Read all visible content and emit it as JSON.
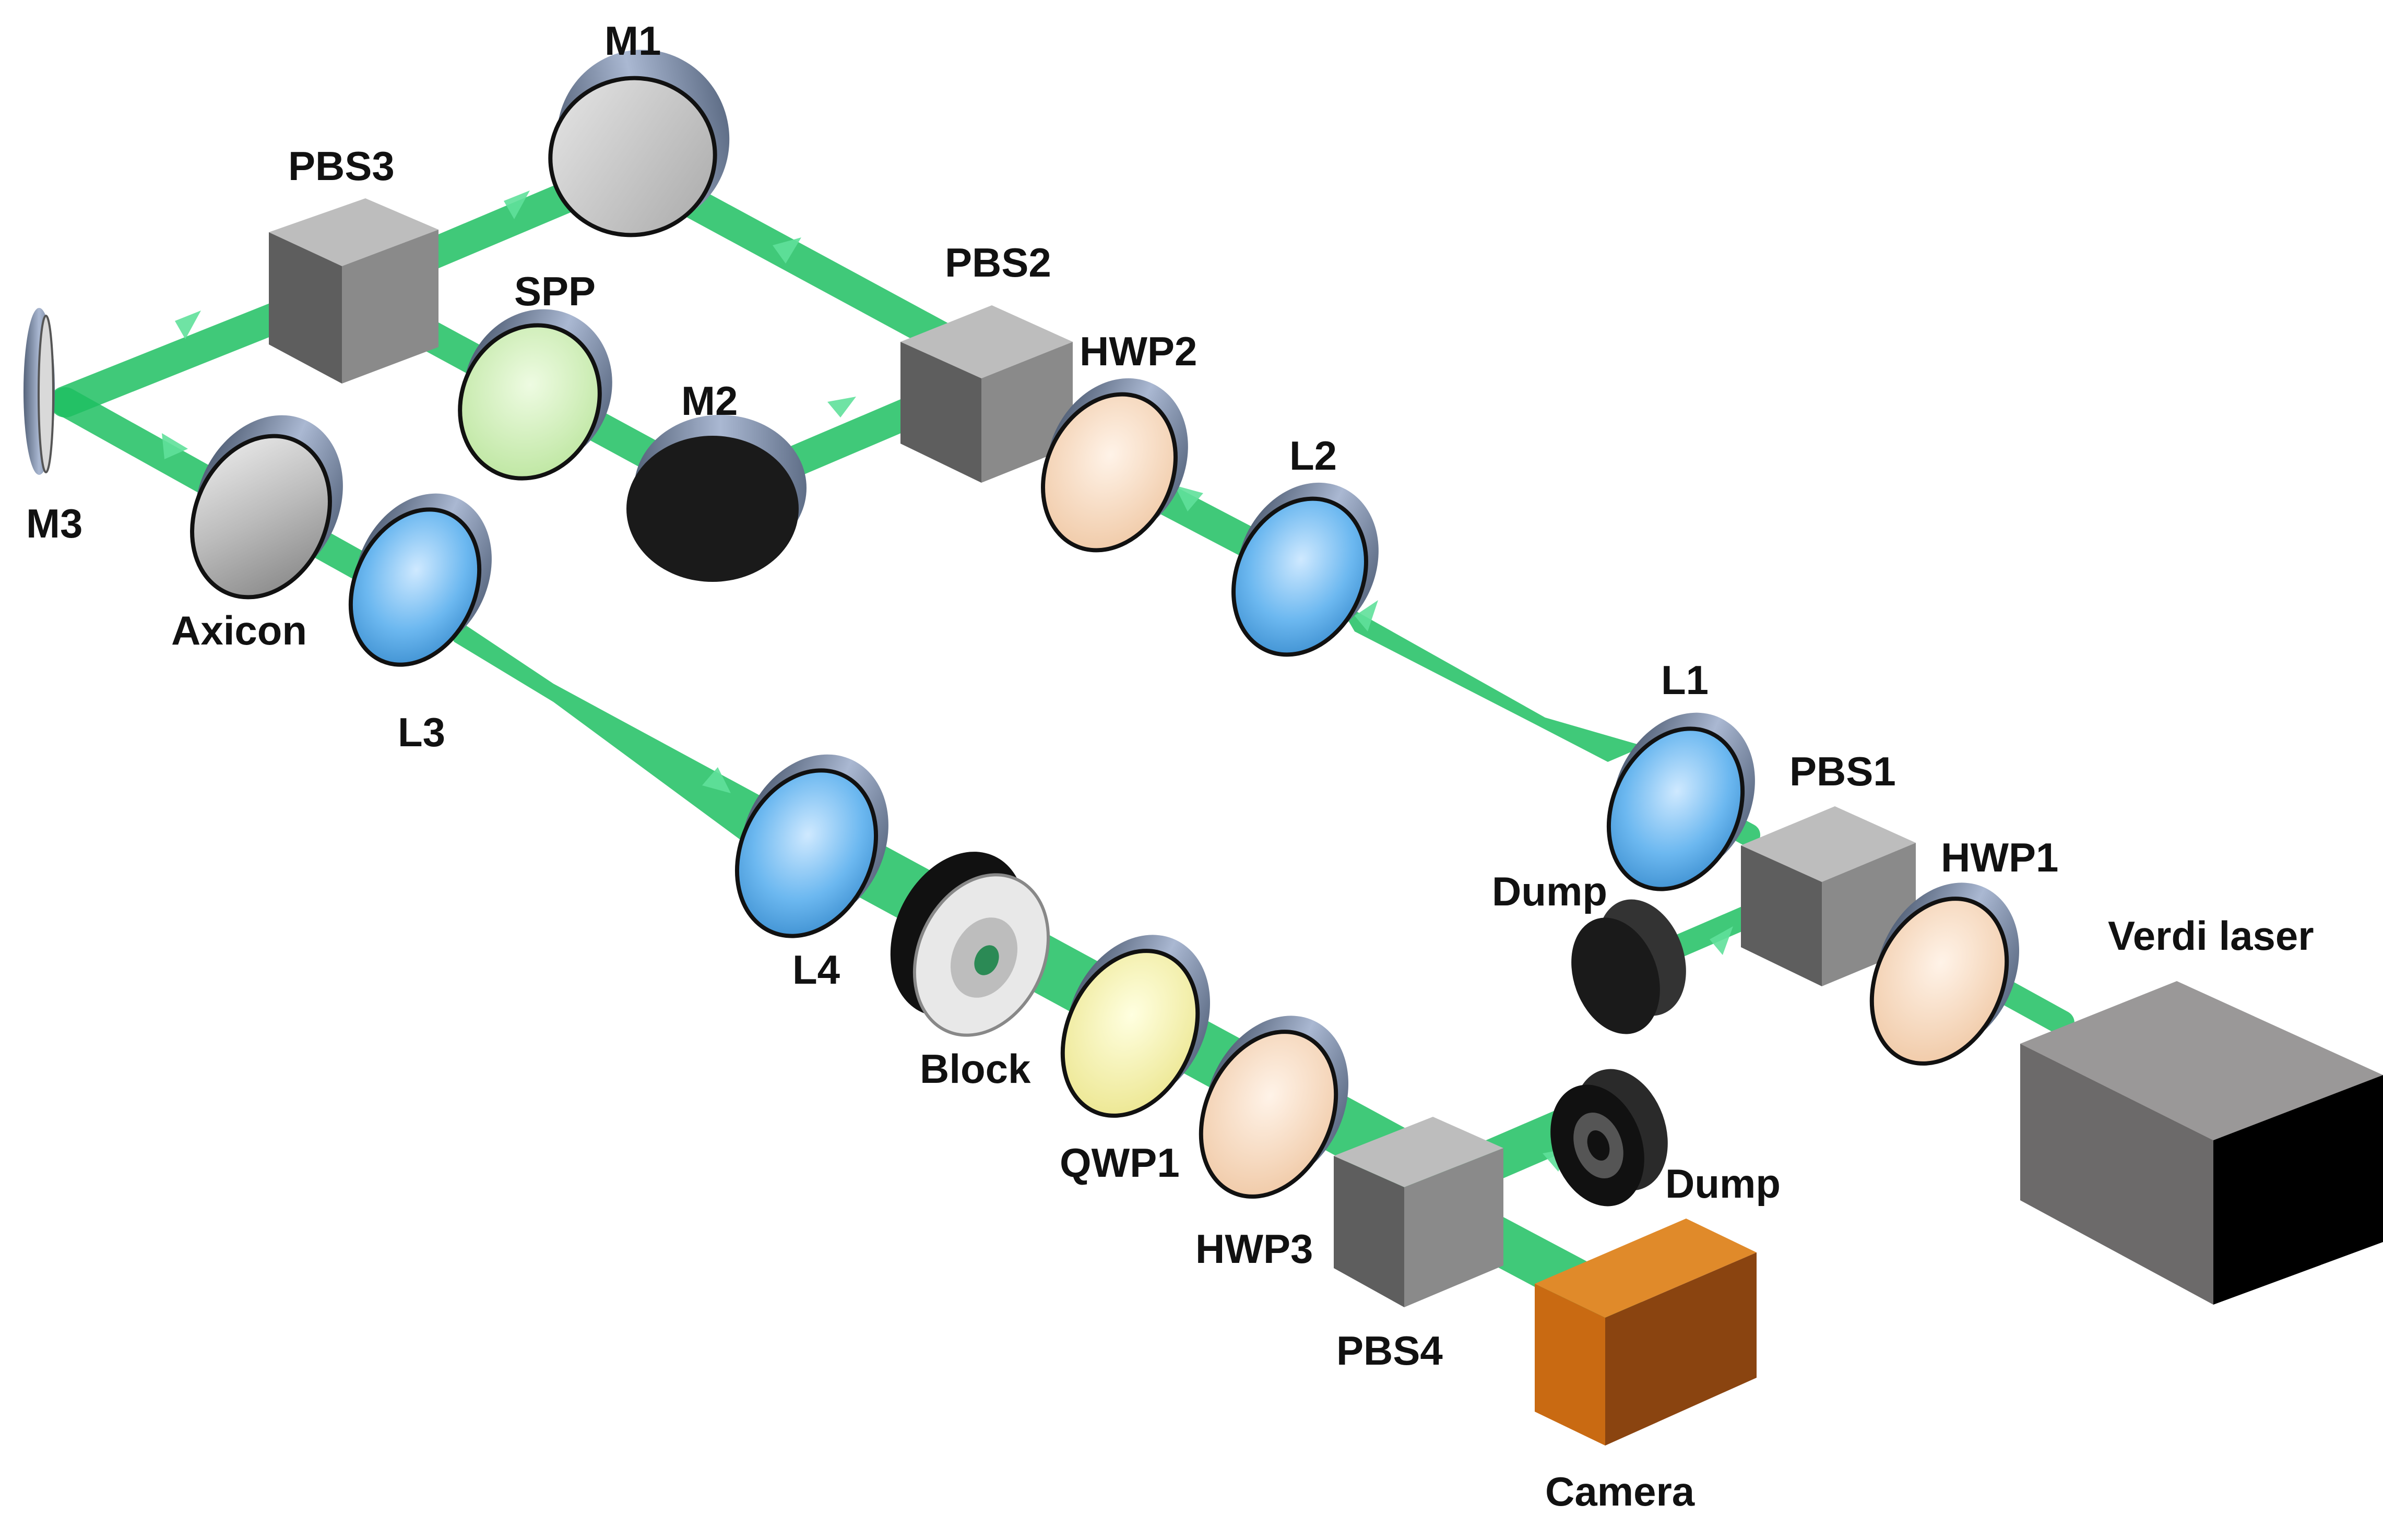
{
  "labels": {
    "m1": "M1",
    "pbs3": "PBS3",
    "pbs2": "PBS2",
    "spp": "SPP",
    "m2": "M2",
    "hwp2": "HWP2",
    "l2": "L2",
    "m3": "M3",
    "axicon": "Axicon",
    "l3": "L3",
    "l1": "L1",
    "pbs1": "PBS1",
    "hwp1": "HWP1",
    "dump_top": "Dump",
    "verdi": "Verdi laser",
    "l4": "L4",
    "block": "Block",
    "qwp1": "QWP1",
    "hwp3": "HWP3",
    "dump_bottom": "Dump",
    "pbs4": "PBS4",
    "camera": "Camera"
  },
  "colors": {
    "beam": "#1fbf62",
    "beam_light": "#5fe09a",
    "cube_top": "#bdbdbd",
    "cube_front": "#8a8a8a",
    "cube_side": "#5e5e5e",
    "mirror_face": "#c9c9c9",
    "rim": "#7a8fb0",
    "lens_blue": "#6cb8f0",
    "waveplate_peach": "#f6d7bd",
    "waveplate_yellow": "#f6f0a0",
    "spp_green": "#cdeeb0",
    "dump_black": "#1a1a1a",
    "camera_orange": "#c96a12",
    "laser_grey": "#7e7c7c"
  }
}
